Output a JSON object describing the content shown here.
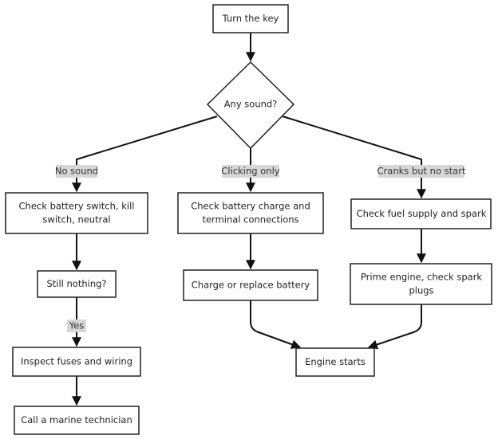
{
  "nodes": {
    "turn_key": "Turn the key",
    "any_sound": "Any sound?",
    "check_battery_switch": [
      "Check battery switch, kill",
      "switch, neutral"
    ],
    "check_battery_charge": [
      "Check battery charge and",
      "terminal connections"
    ],
    "check_fuel": "Check fuel supply and spark",
    "still_nothing": "Still nothing?",
    "charge_replace": "Charge or replace battery",
    "prime_engine": [
      "Prime engine, check spark",
      "plugs"
    ],
    "inspect_fuses": "Inspect fuses and wiring",
    "engine_starts": "Engine starts",
    "call_technician": "Call a marine technician"
  },
  "edge_labels": {
    "no_sound": "No sound",
    "clicking_only": "Clicking only",
    "cranks_no_start": "Cranks but no start",
    "yes": "Yes"
  }
}
